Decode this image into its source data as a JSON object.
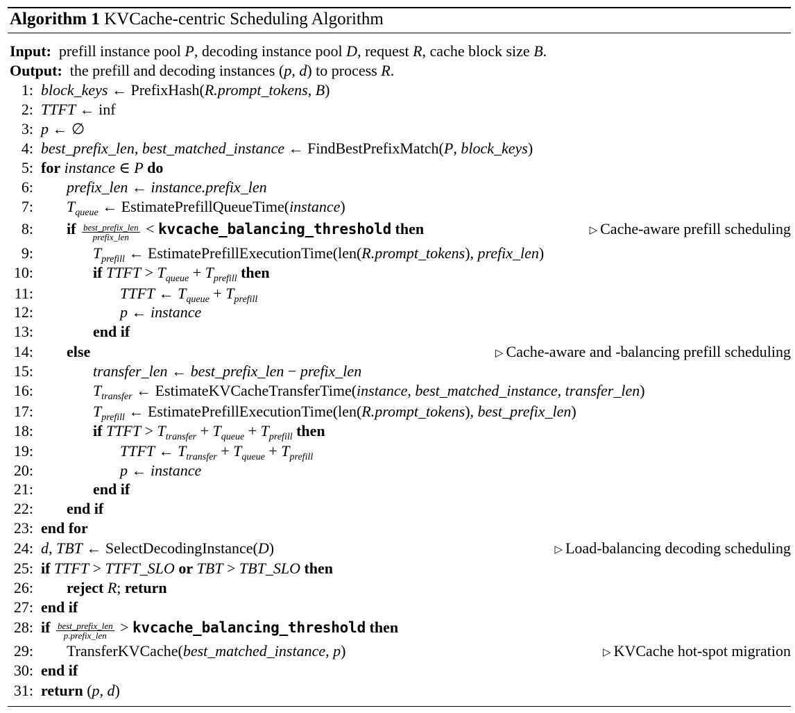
{
  "algorithm": {
    "label": "Algorithm 1",
    "title": "KVCache-centric Scheduling Algorithm",
    "input_label": "Input:",
    "input_text": "prefill instance pool P, decoding instance pool D, request R, cache block size B.",
    "output_label": "Output:",
    "output_text": "the prefill and decoding instances (p, d) to process R."
  },
  "lines": [
    {
      "num": "1:",
      "text": "block_keys ← PrefixHash(R.prompt_tokens, B)",
      "comment": ""
    },
    {
      "num": "2:",
      "text": "TTFT ← inf",
      "comment": ""
    },
    {
      "num": "3:",
      "text": "p ← ∅",
      "comment": ""
    },
    {
      "num": "4:",
      "text": "best_prefix_len, best_matched_instance ← FindBestPrefixMatch(P, block_keys)",
      "comment": ""
    },
    {
      "num": "5:",
      "text": "for instance ∈ P do",
      "comment": ""
    },
    {
      "num": "6:",
      "text": "prefix_len ← instance.prefix_len",
      "comment": ""
    },
    {
      "num": "7:",
      "text": "T_queue ← EstimatePrefillQueueTime(instance)",
      "comment": ""
    },
    {
      "num": "8:",
      "text": "if best_prefix_len / prefix_len < kvcache_balancing_threshold then",
      "comment": "Cache-aware prefill scheduling"
    },
    {
      "num": "9:",
      "text": "T_prefill ← EstimatePrefillExecutionTime(len(R.prompt_tokens), prefix_len)",
      "comment": ""
    },
    {
      "num": "10:",
      "text": "if TTFT > T_queue + T_prefill then",
      "comment": ""
    },
    {
      "num": "11:",
      "text": "TTFT ← T_queue + T_prefill",
      "comment": ""
    },
    {
      "num": "12:",
      "text": "p ← instance",
      "comment": ""
    },
    {
      "num": "13:",
      "text": "end if",
      "comment": ""
    },
    {
      "num": "14:",
      "text": "else",
      "comment": "Cache-aware and -balancing prefill scheduling"
    },
    {
      "num": "15:",
      "text": "transfer_len ← best_prefix_len − prefix_len",
      "comment": ""
    },
    {
      "num": "16:",
      "text": "T_transfer ← EstimateKVCacheTransferTime(instance, best_matched_instance, transfer_len)",
      "comment": ""
    },
    {
      "num": "17:",
      "text": "T_prefill ← EstimatePrefillExecutionTime(len(R.prompt_tokens), best_prefix_len)",
      "comment": ""
    },
    {
      "num": "18:",
      "text": "if TTFT > T_transfer + T_queue + T_prefill then",
      "comment": ""
    },
    {
      "num": "19:",
      "text": "TTFT ← T_transfer + T_queue + T_prefill",
      "comment": ""
    },
    {
      "num": "20:",
      "text": "p ← instance",
      "comment": ""
    },
    {
      "num": "21:",
      "text": "end if",
      "comment": ""
    },
    {
      "num": "22:",
      "text": "end if",
      "comment": ""
    },
    {
      "num": "23:",
      "text": "end for",
      "comment": ""
    },
    {
      "num": "24:",
      "text": "d, TBT ← SelectDecodingInstance(D)",
      "comment": "Load-balancing decoding scheduling"
    },
    {
      "num": "25:",
      "text": "if TTFT > TTFT_SLO or TBT > TBT_SLO then",
      "comment": ""
    },
    {
      "num": "26:",
      "text": "reject R; return",
      "comment": ""
    },
    {
      "num": "27:",
      "text": "end if",
      "comment": ""
    },
    {
      "num": "28:",
      "text": "if best_prefix_len / p.prefix_len > kvcache_balancing_threshold then",
      "comment": ""
    },
    {
      "num": "29:",
      "text": "TransferKVCache(best_matched_instance, p)",
      "comment": "KVCache hot-spot migration"
    },
    {
      "num": "30:",
      "text": "end if",
      "comment": ""
    },
    {
      "num": "31:",
      "text": "return (p, d)",
      "comment": ""
    }
  ]
}
